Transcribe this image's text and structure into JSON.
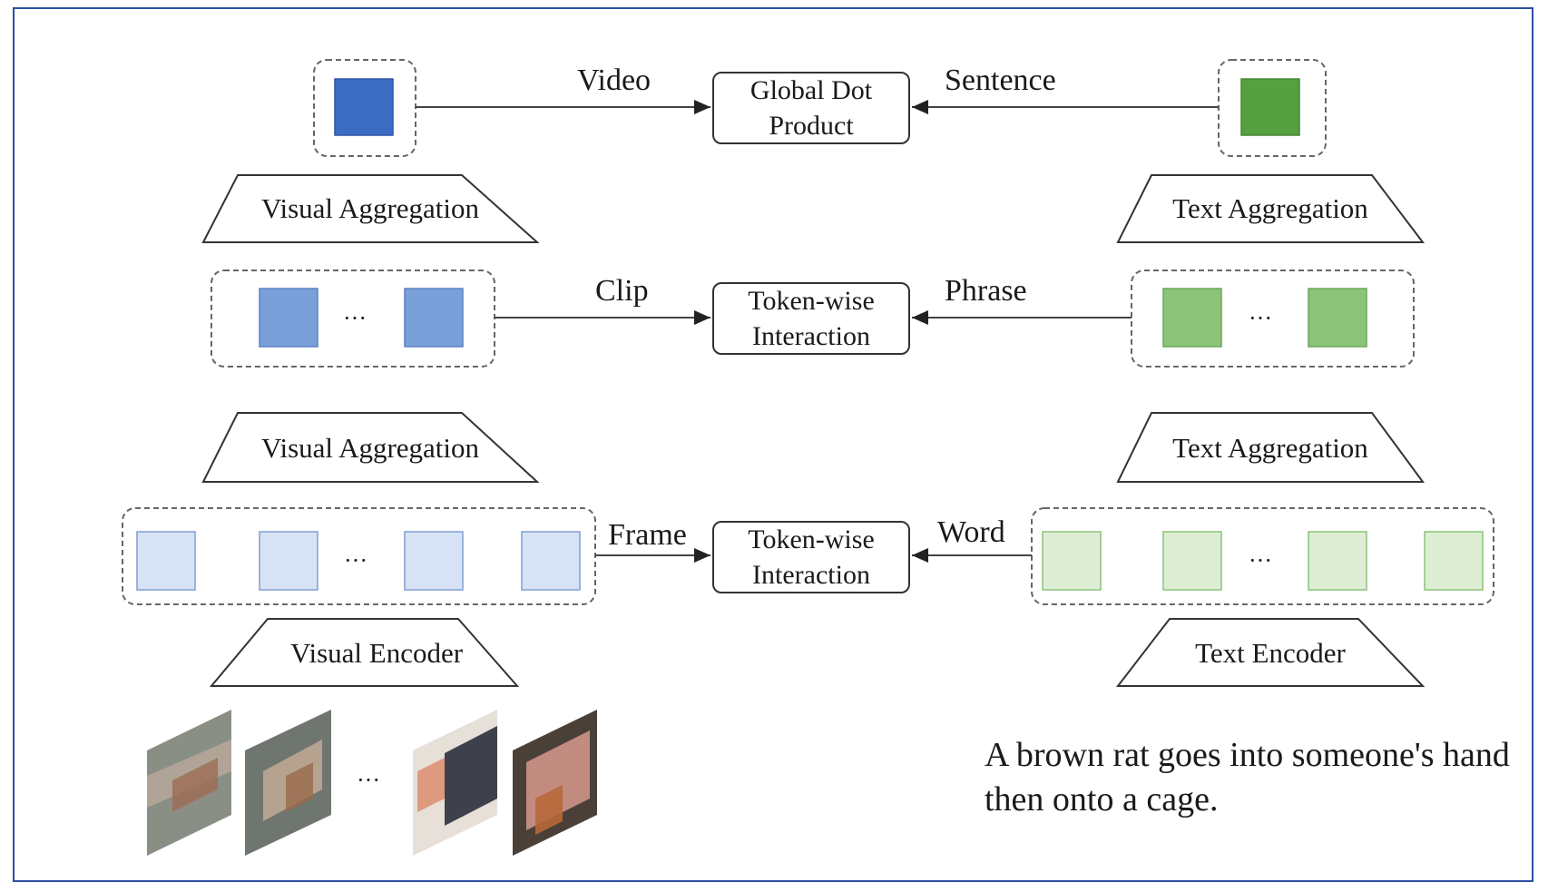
{
  "colors": {
    "frame": "#2b4fa0",
    "video_emb": "#3b6cc4",
    "sentence_emb": "#55a040",
    "clip_emb": "#7b9fd8",
    "phrase_emb": "#8cc47a",
    "frame_emb": "#d7e3f5",
    "word_emb": "#ddeed5"
  },
  "edges": {
    "video": "Video",
    "sentence": "Sentence",
    "clip": "Clip",
    "phrase": "Phrase",
    "frame": "Frame",
    "word": "Word"
  },
  "nodes": {
    "global_dot": {
      "line1": "Global Dot",
      "line2": "Product"
    },
    "token_wise_mid": {
      "line1": "Token-wise",
      "line2": "Interaction"
    },
    "token_wise_low": {
      "line1": "Token-wise",
      "line2": "Interaction"
    }
  },
  "modules": {
    "visual_agg_top": "Visual Aggregation",
    "text_agg_top": "Text Aggregation",
    "visual_agg_low": "Visual Aggregation",
    "text_agg_low": "Text Aggregation",
    "visual_encoder": "Visual Encoder",
    "text_encoder": "Text Encoder"
  },
  "ellipsis": "···",
  "caption": "A brown rat goes into someone's hand then onto a cage."
}
